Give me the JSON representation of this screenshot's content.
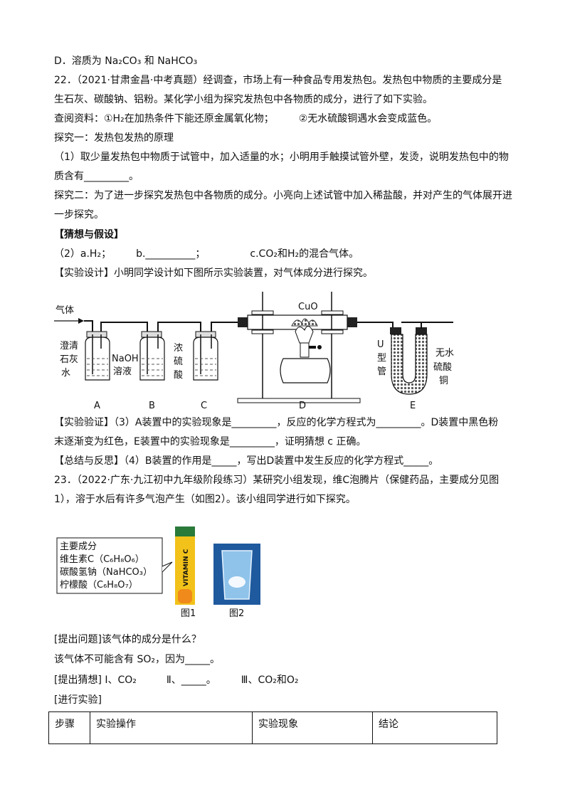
{
  "lines": [
    "D．溶质为 Na₂CO₃ 和 NaHCO₃",
    "22．（2021·甘肃金昌·中考真题）经调查，市场上有一种食品专用发热包。发热包中物质的主要成分是",
    "生石灰、碳酸钠、铝粉。某化学小组为探究发热包中各物质的成分，进行了如下实验。",
    "查阅资料：①H₂在加热条件下能还原金属氧化物；　　　②无水硫酸铜遇水会变成蓝色。",
    "探究一：发热包发热的原理",
    "（1）取少量发热包中物质于试管中，加入适量的水；小明用手触摸试管外壁，发烫，说明发热包中的物",
    "质含有_________。",
    "探究二：为了进一步探究发热包中各物质的成分。小亮向上述试管中加入稀盐酸，并对产生的气体展开进",
    "一步探究。",
    "【猜想与假设】",
    "（2）a.H₂；　　　b.__________；　　　　　c.CO₂和H₂的混合气体。",
    "【实验设计】小明同学设计如下图所示实验装置，对气体成分进行探究。",
    "【实验验证】（3）A装置中的实验现象是_________，反应的化学方程式为_________。D装置中黑色粉",
    "末逐渐变为红色，E装置中的实验现象是_________，证明猜想 c 正确。",
    "【总结与反思】（4）B装置的作用是_____，写出D装置中发生反应的化学方程式_____。",
    "23．（2022·广东·九江初中九年级阶段练习）某研究小组发现，维C泡腾片（保健药品，主要成分见图",
    "1），溶于水后有许多气泡产生（如图2）。该小组同学进行如下探究。",
    "[提出问题]该气体的成分是什么？",
    "该气体不可能含有 SO₂，因为_____。",
    "[提出猜想] Ⅰ、CO₂　　　Ⅱ、_____。　　　Ⅲ、CO₂和O₂",
    "[进行实验]"
  ],
  "diagram": {
    "gas_label": "气体",
    "cuo_label": "CuO",
    "a_liquid": [
      "澄清",
      "石灰",
      "水"
    ],
    "b_liquid": [
      "NaOH",
      "溶液"
    ],
    "c_liquid": [
      "浓",
      "硫",
      "酸"
    ],
    "u_tube": [
      "U",
      "型",
      "管"
    ],
    "e_agent": [
      "无水",
      "硫酸",
      "铜"
    ],
    "letters": [
      "A",
      "B",
      "C",
      "D",
      "E"
    ]
  },
  "figures": {
    "box_lines": [
      "主要成分",
      "维生素C（C₆H₈O₆）",
      "碳酸氢钠（NaHCO₃）",
      "柠檬酸（C₆H₈O₇）"
    ],
    "tube_text": "VITAMIN C",
    "fig1": "图1",
    "fig2": "图2"
  },
  "table": {
    "headers": [
      "步骤",
      "实验操作",
      "实验现象",
      "结论"
    ]
  }
}
